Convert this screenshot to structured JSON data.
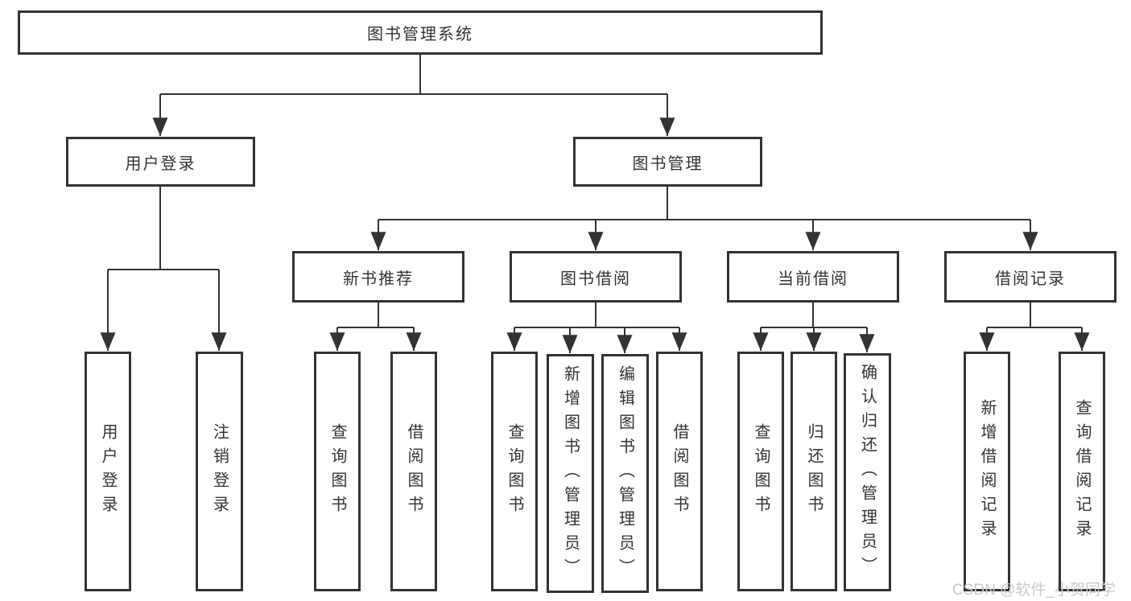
{
  "tree": {
    "root": {
      "label": "图书管理系统",
      "children": [
        {
          "label": "用户登录",
          "children": [
            {
              "label": "用户登录"
            },
            {
              "label": "注销登录"
            }
          ]
        },
        {
          "label": "图书管理",
          "children": [
            {
              "label": "新书推荐",
              "children": [
                {
                  "label": "查询图书"
                },
                {
                  "label": "借阅图书"
                }
              ]
            },
            {
              "label": "图书借阅",
              "children": [
                {
                  "label": "查询图书"
                },
                {
                  "label": "新增图书（管理员）"
                },
                {
                  "label": "编辑图书（管理员）"
                },
                {
                  "label": "借阅图书"
                }
              ]
            },
            {
              "label": "当前借阅",
              "children": [
                {
                  "label": "查询图书"
                },
                {
                  "label": "归还图书"
                },
                {
                  "label": "确认归还（管理员）"
                }
              ]
            },
            {
              "label": "借阅记录",
              "children": [
                {
                  "label": "新增借阅记录"
                },
                {
                  "label": "查询借阅记录"
                }
              ]
            }
          ]
        }
      ]
    }
  },
  "watermark": {
    "text": "CSDN @软件_小贺同学"
  },
  "colors": {
    "line": "#333333",
    "box_border": "#333333",
    "text": "#333333",
    "watermark": "#c9c9c9",
    "background": "#ffffff"
  }
}
